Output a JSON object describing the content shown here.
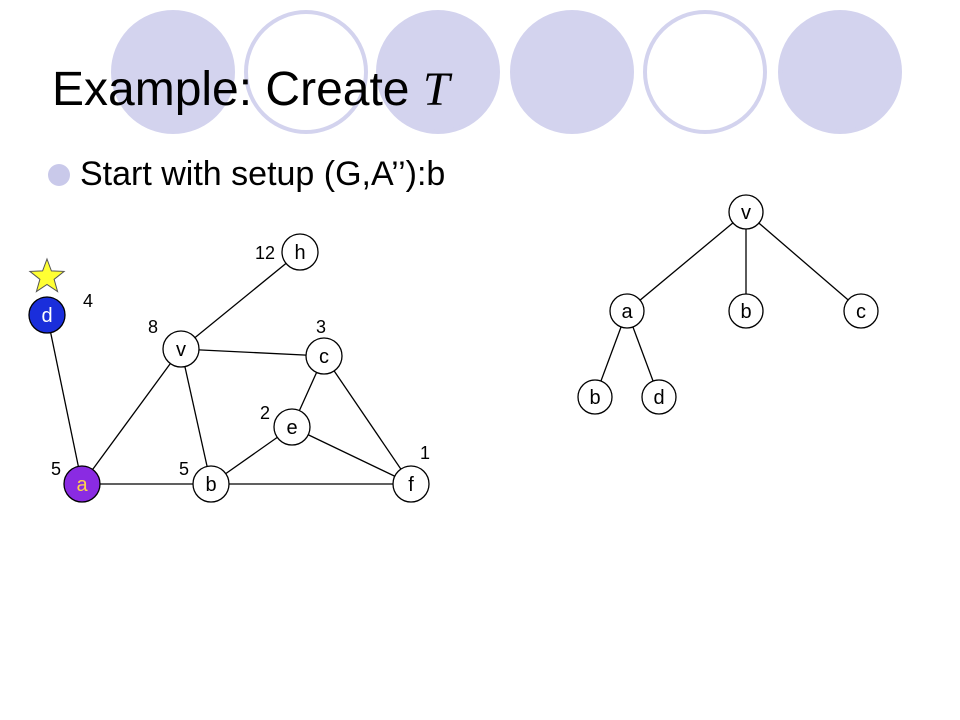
{
  "slide": {
    "title": "Example: Create ",
    "title_symbol": "T",
    "bullet": "Start with setup (G,A’’):b"
  },
  "graph": {
    "nodes": {
      "h": {
        "label": "h",
        "weight": "12",
        "fill": "#ffffff",
        "text_color": "#000000"
      },
      "d": {
        "label": "d",
        "weight": "4",
        "fill": "#1a2edb",
        "text_color": "#ffffff"
      },
      "v": {
        "label": "v",
        "weight": "8",
        "fill": "#ffffff",
        "text_color": "#000000"
      },
      "c": {
        "label": "c",
        "weight": "3",
        "fill": "#ffffff",
        "text_color": "#000000"
      },
      "e": {
        "label": "e",
        "weight": "2",
        "fill": "#ffffff",
        "text_color": "#000000"
      },
      "a": {
        "label": "a",
        "weight": "5",
        "fill": "#8a2be2",
        "text_color": "#ffd24a"
      },
      "b": {
        "label": "b",
        "weight": "5",
        "fill": "#ffffff",
        "text_color": "#000000"
      },
      "f": {
        "label": "f",
        "weight": "1",
        "fill": "#ffffff",
        "text_color": "#000000"
      }
    },
    "edges": [
      [
        "v",
        "h"
      ],
      [
        "v",
        "c"
      ],
      [
        "v",
        "a"
      ],
      [
        "v",
        "b"
      ],
      [
        "d",
        "a"
      ],
      [
        "a",
        "b"
      ],
      [
        "b",
        "f"
      ],
      [
        "b",
        "e"
      ],
      [
        "e",
        "c"
      ],
      [
        "e",
        "f"
      ],
      [
        "c",
        "f"
      ]
    ],
    "marker": {
      "type": "star-icon",
      "color": "#ffff33"
    }
  },
  "tree": {
    "nodes": {
      "tv": {
        "label": "v"
      },
      "ta": {
        "label": "a"
      },
      "tb": {
        "label": "b"
      },
      "tc": {
        "label": "c"
      },
      "tb2": {
        "label": "b"
      },
      "td": {
        "label": "d"
      }
    },
    "edges": [
      [
        "tv",
        "ta"
      ],
      [
        "tv",
        "tb"
      ],
      [
        "tv",
        "tc"
      ],
      [
        "ta",
        "tb2"
      ],
      [
        "ta",
        "td"
      ]
    ]
  },
  "colors": {
    "decor_circle": "#d3d3ee",
    "stroke": "#000000"
  }
}
